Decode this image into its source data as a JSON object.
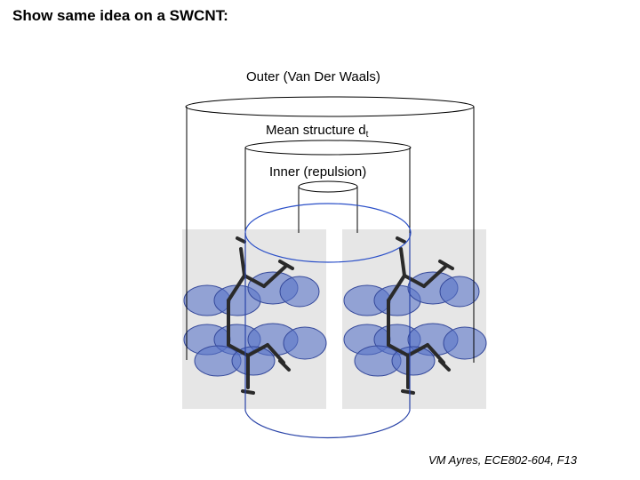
{
  "title": "Show same idea on a SWCNT:",
  "labels": {
    "outer": "Outer (Van Der Waals)",
    "mean": "Mean structure d",
    "mean_subscript": "t",
    "inner": "Inner (repulsion)"
  },
  "footer": "VM Ayres, ECE802-604, F13",
  "colors": {
    "orbital": "#5a74c8",
    "inner_ellipse": "#2a4fc8",
    "bottom_cylinder": "#2a44a8",
    "panel": "#e6e6e6"
  }
}
